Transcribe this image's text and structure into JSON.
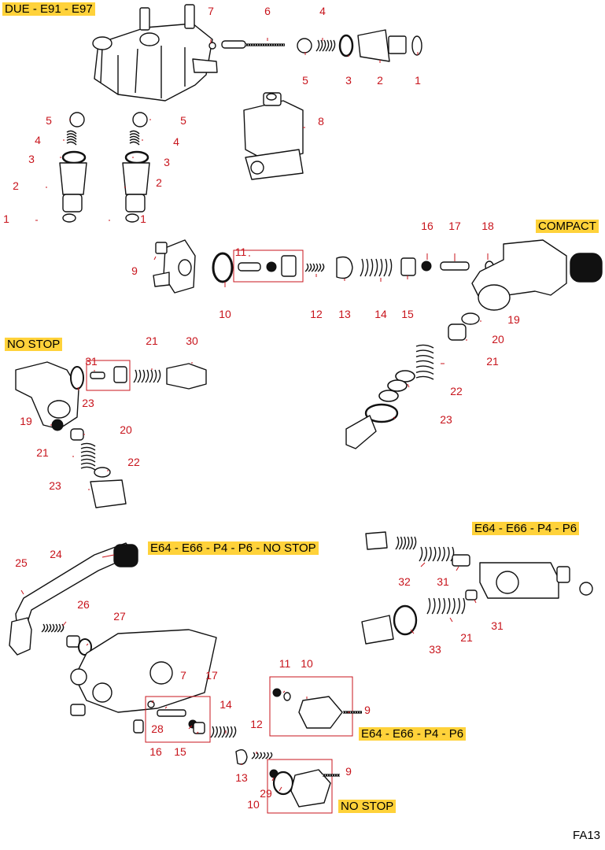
{
  "labels": {
    "due": "DUE - E91 - E97",
    "compact": "COMPACT",
    "no_stop_1": "NO STOP",
    "e64_e66_p4_p6_a": "E64 - E66 - P4 - P6",
    "e64_e66_p4_p6_no_stop": "E64 - E66 - P4 - P6 - NO STOP",
    "e64_e66_p4_p6_b": "E64 - E66 - P4 - P6",
    "no_stop_2": "NO STOP"
  },
  "page_code": "FA13",
  "colors": {
    "callout": "#c8141c",
    "highlight": "#ffd23a",
    "line_art": "#111111"
  },
  "callouts": [
    "7",
    "6",
    "4",
    "5",
    "3",
    "2",
    "1",
    "5",
    "4",
    "3",
    "2",
    "1",
    "5",
    "4",
    "3",
    "2",
    "1",
    "8",
    "11",
    "9",
    "10",
    "12",
    "13",
    "14",
    "15",
    "16",
    "17",
    "18",
    "19",
    "20",
    "21",
    "22",
    "23",
    "21",
    "30",
    "31",
    "23",
    "19",
    "20",
    "21",
    "22",
    "23",
    "24",
    "25",
    "26",
    "27",
    "7",
    "17",
    "28",
    "16",
    "15",
    "14",
    "13",
    "12",
    "29",
    "10",
    "11",
    "10",
    "9",
    "9",
    "32",
    "31",
    "31",
    "33",
    "21"
  ]
}
